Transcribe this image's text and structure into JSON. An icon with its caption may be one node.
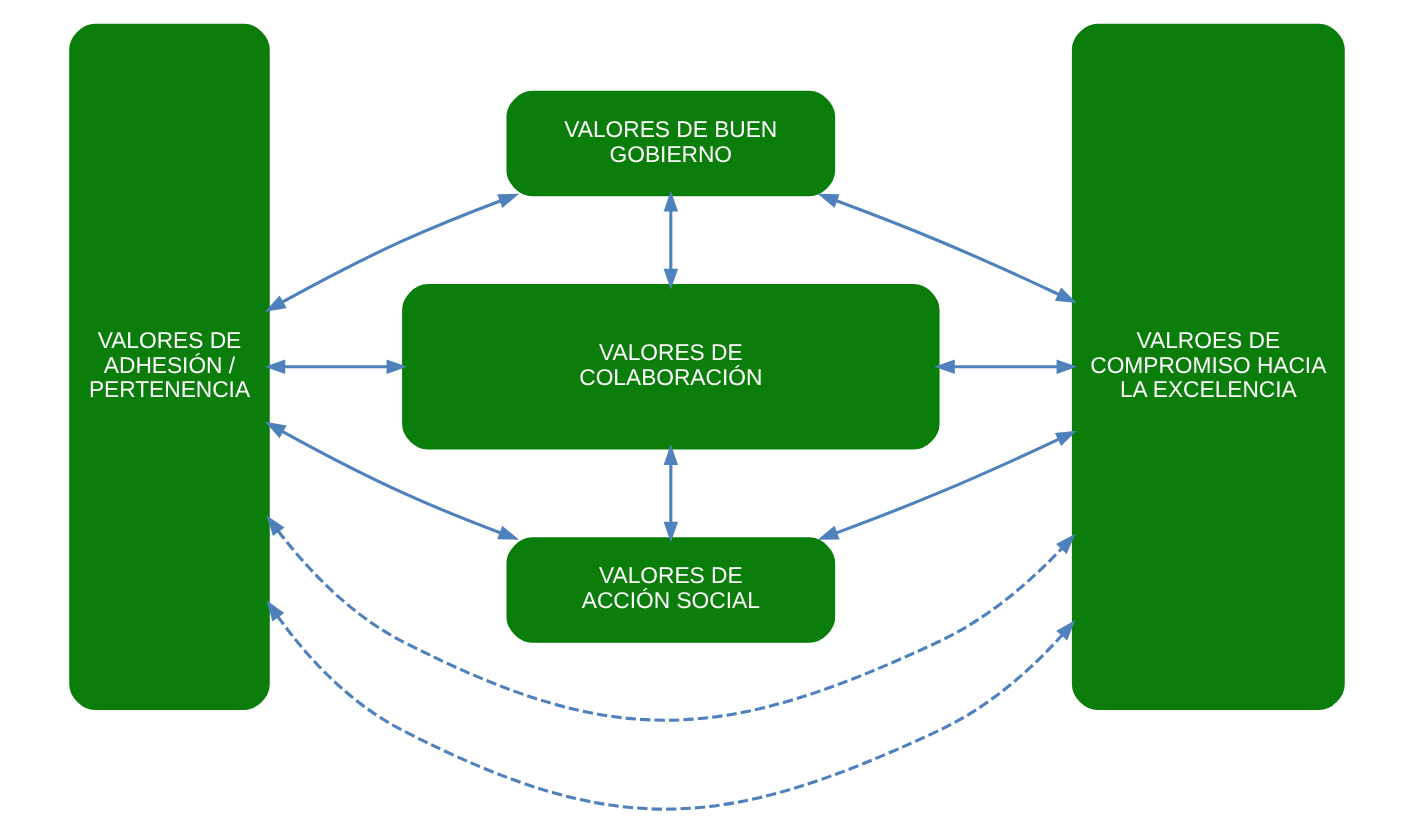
{
  "diagram": {
    "nodes": [
      {
        "text": [
          "VALORES DE ADHESIÓN / PERTENENCIA"
        ]
      },
      {
        "text": [
          "VALORES DE BUEN GOBIERNO"
        ]
      },
      {
        "text": [
          "VALORES DE COLABORACIÓN"
        ]
      },
      {
        "text": [
          "VALORES DE ACCIÓN SOCIAL"
        ]
      },
      {
        "text": [
          "VALROES DE COMPROMISO HACIA LA EXCELENCIA"
        ]
      }
    ],
    "edges": [
      {
        "from": 0,
        "to": 1,
        "arrow": "both"
      },
      {
        "from": 1,
        "to": 4,
        "arrow": "both"
      },
      {
        "from": 0,
        "to": 4,
        "arrow": "both",
        "style": "dashed"
      },
      {
        "from": 1,
        "to": 2,
        "arrow": "both"
      },
      {
        "from": 0,
        "to": 2,
        "arrow": "both"
      },
      {
        "from": 2,
        "to": 4,
        "arrow": "both"
      },
      {
        "from": 0,
        "to": 4,
        "arrow": "both",
        "style": "dashed"
      },
      {
        "from": 2,
        "to": 3,
        "arrow": "both"
      },
      {
        "from": 0,
        "to": 3,
        "arrow": "both"
      },
      {
        "from": 3,
        "to": 4,
        "arrow": "both"
      }
    ]
  }
}
